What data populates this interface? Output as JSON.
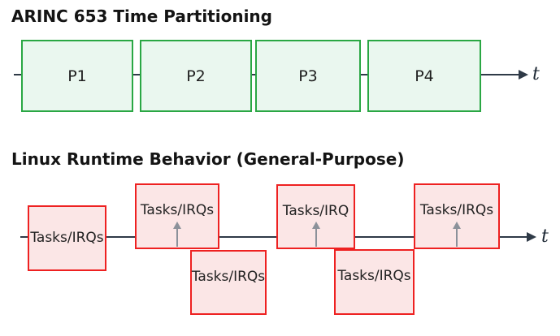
{
  "colors": {
    "partition_border": "#2aa744",
    "partition_fill": "#eaf7ef",
    "task_border": "#ee2121",
    "task_fill": "#fbe6e6",
    "timeline": "#2f3a47",
    "irq_arrow": "#8b919a",
    "title_text": "#141414"
  },
  "arinc_diagram": {
    "title": "ARINC 653 Time Partitioning",
    "time_axis_label": "t",
    "partitions": [
      "P1",
      "P2",
      "P3",
      "P4"
    ]
  },
  "linux_diagram": {
    "title": "Linux Runtime Behavior (General-Purpose)",
    "time_axis_label": "t",
    "blocks": [
      {
        "label": "Tasks/IRQs",
        "position": "on-line",
        "irq_arrow": false
      },
      {
        "label": "Tasks/IRQs",
        "position": "above-line",
        "irq_arrow": true
      },
      {
        "label": "Tasks/IRQs",
        "position": "below-line",
        "irq_arrow": false
      },
      {
        "label": "Tasks/IRQ",
        "position": "above-line",
        "irq_arrow": true
      },
      {
        "label": "Tasks/IRQs",
        "position": "below-line",
        "irq_arrow": false
      },
      {
        "label": "Tasks/IRQs",
        "position": "above-line",
        "irq_arrow": true
      }
    ]
  }
}
